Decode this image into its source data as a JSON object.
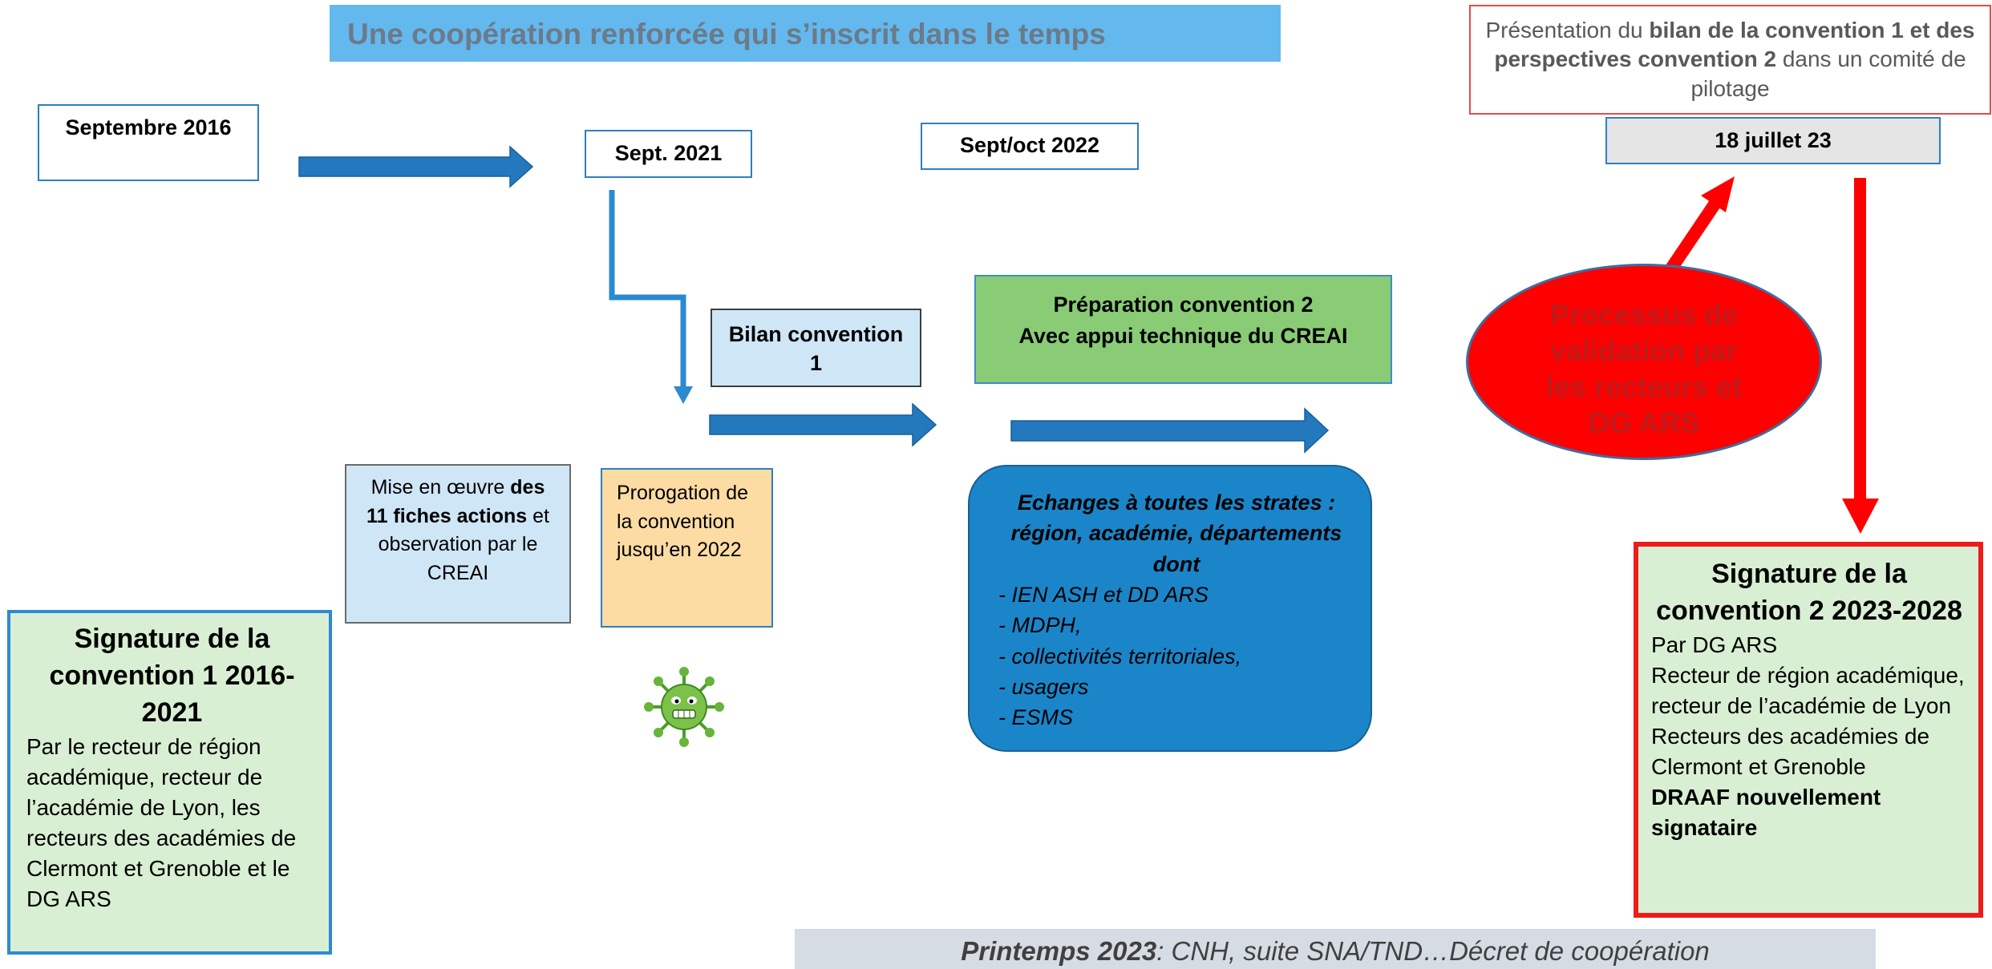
{
  "title": "Une coopération renforcée qui s’inscrit dans le temps",
  "dates": {
    "d2016": "Septembre 2016",
    "d2021": "Sept. 2021",
    "d2022": "Sept/oct 2022",
    "d2023": "18 juillet 23"
  },
  "presentation": {
    "part1": "Présentation du ",
    "bold1": "bilan de la convention 1 et des perspectives convention 2",
    "part2": " dans un comité de pilotage"
  },
  "bilan": "Bilan convention 1",
  "preparation": {
    "line1": "Préparation convention 2",
    "line2": "Avec appui technique du CREAI"
  },
  "validation": "Processus de validation par les recteurs et DG ARS",
  "mise_en_oeuvre": {
    "part1": "Mise en œuvre ",
    "bold": "des 11 fiches actions",
    "part2": " et observation par le CREAI"
  },
  "prorogation": "Prorogation de la convention jusqu’en 2022",
  "echanges": {
    "heading": "Echanges à toutes les strates : région, académie, départements dont",
    "items": [
      "- IEN ASH et DD ARS",
      "- MDPH,",
      "-  collectivités territoriales,",
      "-  usagers",
      "-  ESMS"
    ]
  },
  "signature1": {
    "heading": "Signature de la convention 1 2016-2021",
    "body": "Par le recteur de région académique, recteur de l’académie de Lyon, les recteurs des académies de Clermont et Grenoble et le DG ARS"
  },
  "signature2": {
    "heading": "Signature de la convention 2 2023-2028",
    "lines": [
      "Par DG ARS",
      "Recteur de région académique, recteur de l’académie de Lyon",
      "Recteurs des académies de Clermont et Grenoble"
    ],
    "bold": "DRAAF nouvellement signataire"
  },
  "bottom": {
    "bold": "Printemps  2023",
    "rest": ": CNH, suite SNA/TND…Décret de coopération"
  },
  "colors": {
    "arrow_blue": "#2378be",
    "arrow_red": "#ff0000",
    "title_bar": "#63b9ee",
    "validation_red": "#ff0000",
    "preparation_green": "#89cc75",
    "prorogation_orange": "#fddca4",
    "signature_green": "#d9efd3",
    "echanges_blue": "#1b85c9"
  },
  "icons": {
    "virus": "virus-icon"
  }
}
